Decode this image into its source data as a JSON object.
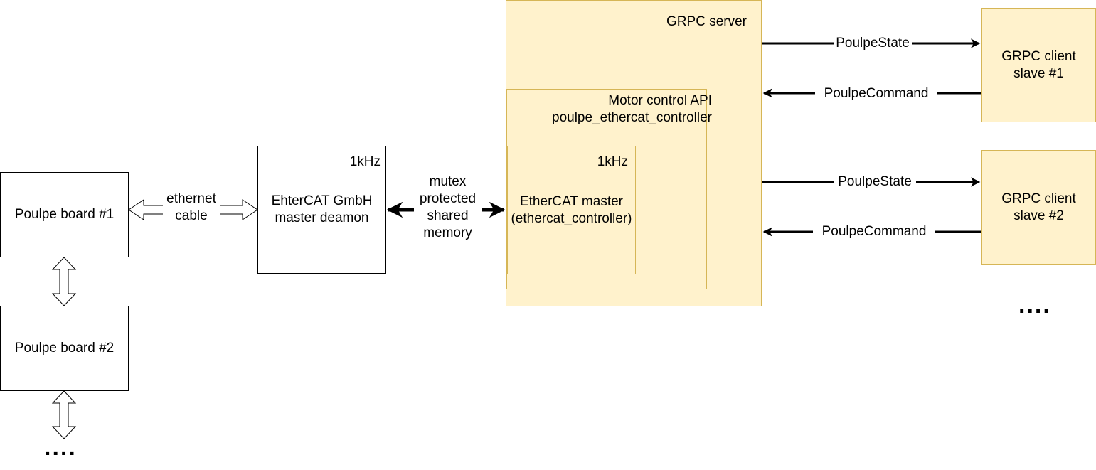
{
  "boards": {
    "board1": "Poulpe board #1",
    "board2": "Poulpe board #2",
    "more": "...."
  },
  "daemon": {
    "freq": "1kHz",
    "label": "EhterCAT GmbH\nmaster deamon"
  },
  "links": {
    "ethernet": "ethernet\ncable",
    "shared_memory": "mutex\nprotected\nshared\nmemory"
  },
  "server": {
    "title": "GRPC server",
    "motor_api": "Motor control API\npoulpe_ethercat_controller",
    "master_freq": "1kHz",
    "master_label": "EtherCAT master\n(ethercat_controller)"
  },
  "clients": {
    "client1": "GRPC client\nslave #1",
    "client2": "GRPC client\nslave #2",
    "more": "...."
  },
  "messages": {
    "state1": "PoulpeState",
    "command1": "PoulpeCommand",
    "state2": "PoulpeState",
    "command2": "PoulpeCommand"
  },
  "colors": {
    "container_fill": "#fff2cc",
    "container_stroke": "#d6b656"
  }
}
